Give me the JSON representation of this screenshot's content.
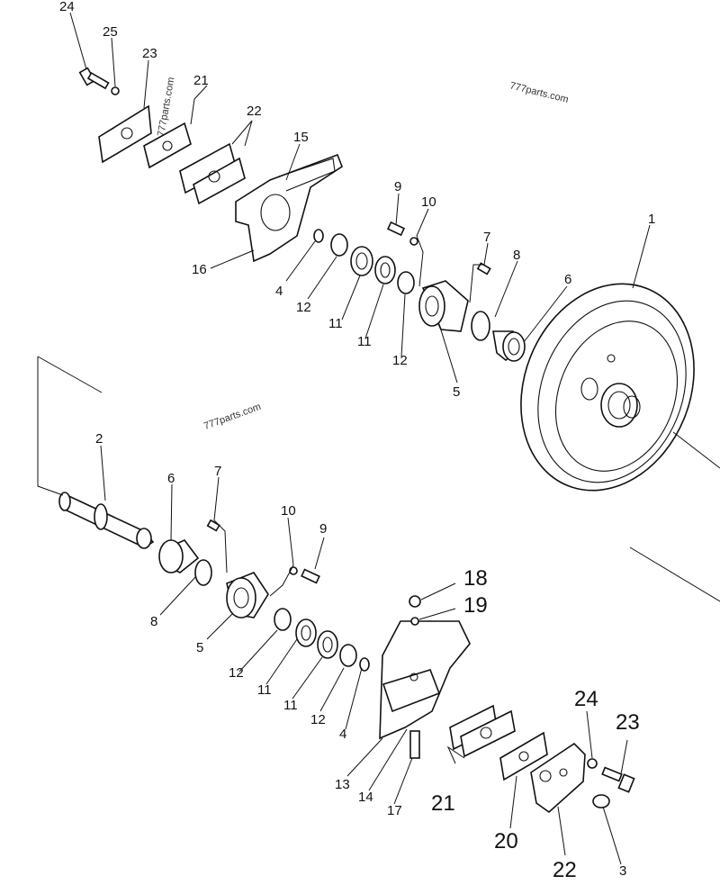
{
  "watermarks": [
    "777parts.com",
    "777parts.com",
    "777parts.com"
  ],
  "callouts": {
    "c1": "1",
    "c2": "2",
    "c3": "3",
    "c4a": "4",
    "c4b": "4",
    "c5a": "5",
    "c5b": "5",
    "c6a": "6",
    "c6b": "6",
    "c7a": "7",
    "c7b": "7",
    "c8a": "8",
    "c8b": "8",
    "c9a": "9",
    "c9b": "9",
    "c10a": "10",
    "c10b": "10",
    "c11a": "11",
    "c11b": "11",
    "c11c": "11",
    "c11d": "11",
    "c12a": "12",
    "c12b": "12",
    "c12c": "12",
    "c12d": "12",
    "c13": "13",
    "c14": "14",
    "c15": "15",
    "c16": "16",
    "c17": "17",
    "c18": "18",
    "c19": "19",
    "c20": "20",
    "c21a": "21",
    "c21b": "21",
    "c22a": "22",
    "c22b": "22",
    "c23a": "23",
    "c23b": "23",
    "c24a": "24",
    "c24b": "24",
    "c25": "25"
  }
}
